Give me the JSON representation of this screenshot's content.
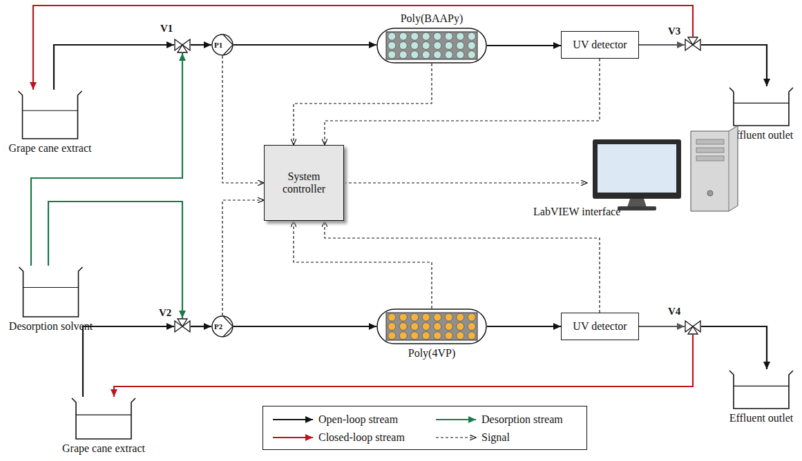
{
  "diagram": {
    "nodes": [
      {
        "text": [
          "Grape cane extract"
        ]
      },
      {
        "text": [
          "V1"
        ]
      },
      {
        "text": [
          "P1"
        ]
      },
      {
        "text": [
          "Poly(BAAPy)"
        ]
      },
      {
        "text": [
          "UV detector"
        ]
      },
      {
        "text": [
          "V3"
        ]
      },
      {
        "text": [
          "Effluent outlet"
        ]
      },
      {
        "text": [
          "System controller"
        ]
      },
      {
        "text": [
          "LabVIEW interface"
        ]
      },
      {
        "text": [
          "Desorption solvent"
        ]
      },
      {
        "text": [
          "Grape cane extract"
        ]
      },
      {
        "text": [
          "V2"
        ]
      },
      {
        "text": [
          "P2"
        ]
      },
      {
        "text": [
          "Poly(4VP)"
        ]
      },
      {
        "text": [
          "UV detector"
        ]
      },
      {
        "text": [
          "V4"
        ]
      },
      {
        "text": [
          "Effluent outlet"
        ]
      }
    ],
    "edges": [
      {
        "from": 0,
        "to": 1,
        "arrow": "to"
      },
      {
        "from": 1,
        "to": 2,
        "arrow": "to"
      },
      {
        "from": 2,
        "to": 3,
        "arrow": "to"
      },
      {
        "from": 3,
        "to": 4,
        "arrow": "to"
      },
      {
        "from": 4,
        "to": 5,
        "arrow": "to"
      },
      {
        "from": 5,
        "to": 6,
        "arrow": "to"
      },
      {
        "from": 5,
        "to": 0,
        "arrow": "to"
      },
      {
        "from": 9,
        "to": 1,
        "arrow": "to"
      },
      {
        "from": 9,
        "to": 11,
        "arrow": "to"
      },
      {
        "from": 10,
        "to": 11,
        "arrow": "to"
      },
      {
        "from": 11,
        "to": 12,
        "arrow": "to"
      },
      {
        "from": 12,
        "to": 13,
        "arrow": "to"
      },
      {
        "from": 13,
        "to": 14,
        "arrow": "to"
      },
      {
        "from": 14,
        "to": 15,
        "arrow": "to"
      },
      {
        "from": 15,
        "to": 16,
        "arrow": "to"
      },
      {
        "from": 15,
        "to": 10,
        "arrow": "to"
      },
      {
        "from": 2,
        "to": 7,
        "arrow": "to"
      },
      {
        "from": 3,
        "to": 7,
        "arrow": "to"
      },
      {
        "from": 4,
        "to": 7,
        "arrow": "to"
      },
      {
        "from": 12,
        "to": 7,
        "arrow": "to"
      },
      {
        "from": 13,
        "to": 7,
        "arrow": "to"
      },
      {
        "from": 14,
        "to": 7,
        "arrow": "to"
      },
      {
        "from": 7,
        "to": 8,
        "arrow": "to"
      }
    ],
    "legend": [
      {
        "text": "Open-loop stream"
      },
      {
        "text": "Desorption stream"
      },
      {
        "text": "Closed-loop stream"
      },
      {
        "text": "Signal"
      }
    ]
  }
}
